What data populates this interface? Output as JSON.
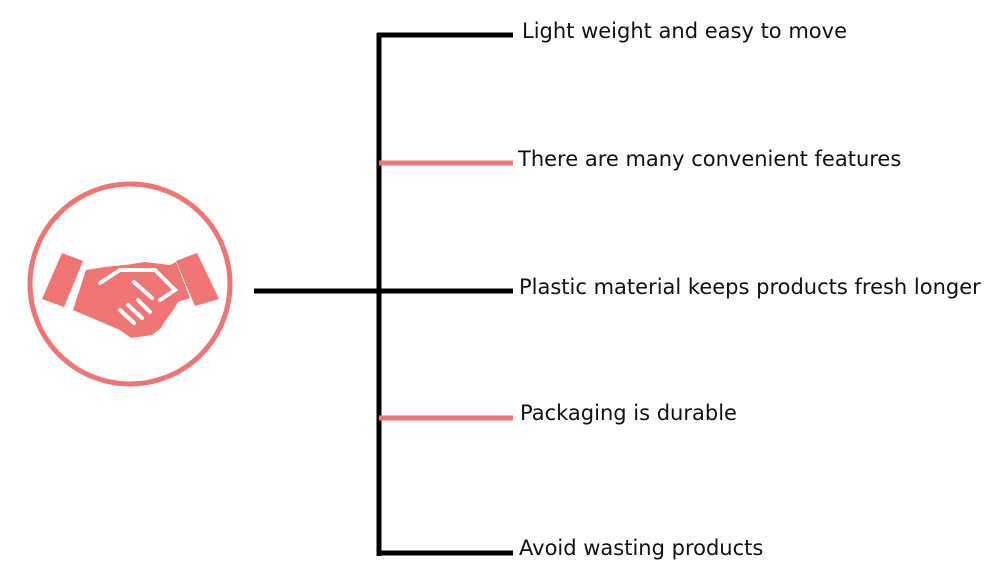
{
  "colors": {
    "accent": "#ef7473",
    "line": "#000000"
  },
  "center_icon": "handshake-icon",
  "items": [
    {
      "label": "Light weight and easy to move",
      "branch_color": "#000000"
    },
    {
      "label": "There are many convenient features",
      "branch_color": "#ef7473"
    },
    {
      "label": "Plastic material keeps products fresh longer",
      "branch_color": "#000000"
    },
    {
      "label": "Packaging is durable",
      "branch_color": "#ef7473"
    },
    {
      "label": "Avoid wasting products",
      "branch_color": "#000000"
    }
  ]
}
